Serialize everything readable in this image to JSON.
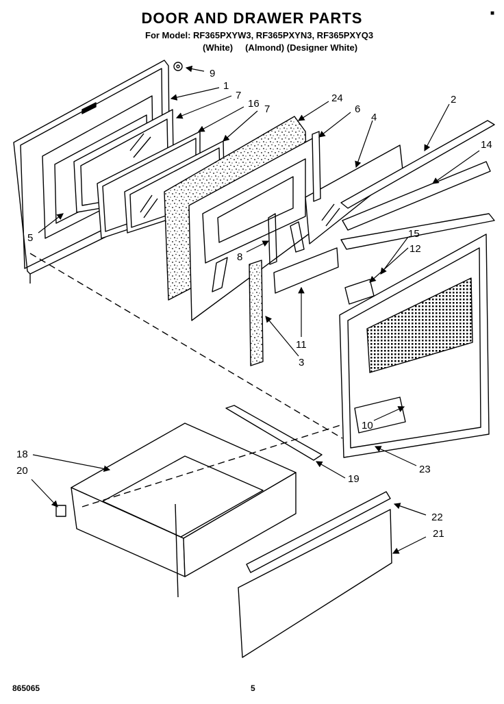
{
  "header": {
    "title": "DOOR AND DRAWER PARTS",
    "model_line": "For Model: RF365PXYW3, RF365PXYN3, RF365PXYQ3",
    "variants": "(White)     (Almond) (Designer White)"
  },
  "callouts": [
    "9",
    "1",
    "7",
    "16",
    "7",
    "24",
    "6",
    "2",
    "4",
    "14",
    "5",
    "15",
    "12",
    "8",
    "11",
    "3",
    "10",
    "23",
    "18",
    "20",
    "19",
    "22",
    "21"
  ],
  "footer": {
    "code": "865065",
    "page": "5",
    "corner_mark": "■"
  }
}
